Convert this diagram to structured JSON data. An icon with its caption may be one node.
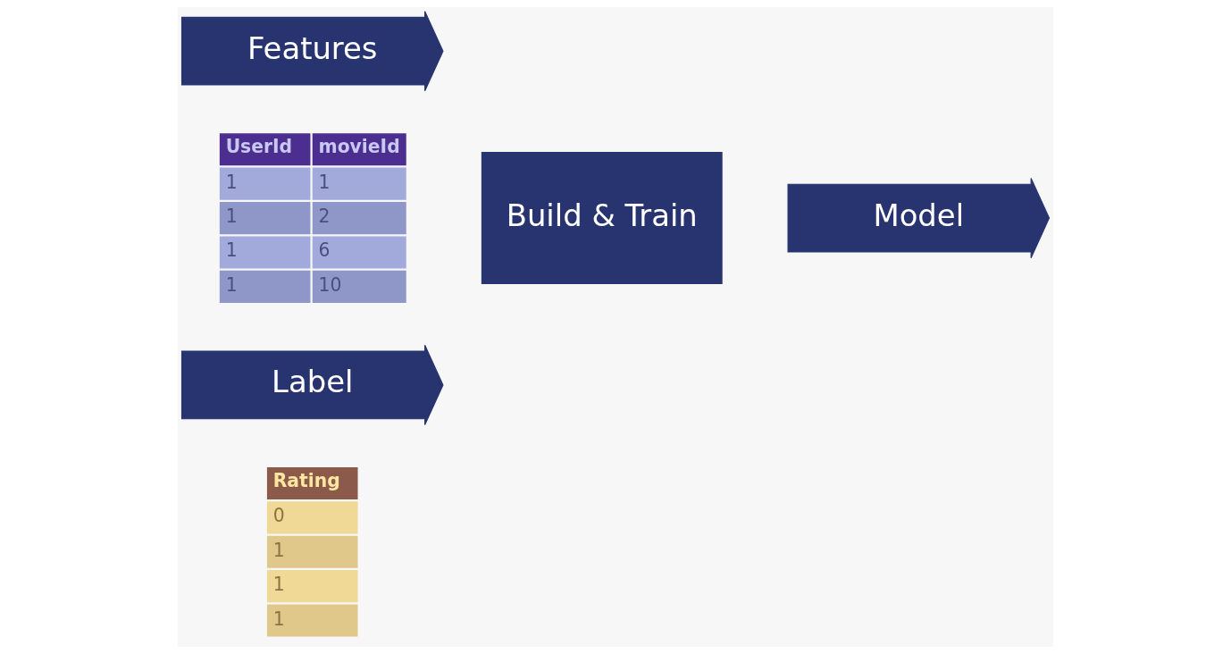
{
  "diagram": {
    "nodes": [
      {
        "text": [
          "Features"
        ]
      },
      {
        "text": [
          "Build & Train"
        ]
      },
      {
        "text": [
          "Model"
        ]
      },
      {
        "text": [
          "Label"
        ]
      }
    ],
    "labels": [
      "UserId",
      "movieId",
      "1",
      "1",
      "1",
      "2",
      "1",
      "6",
      "1",
      "10",
      "Rating",
      "0",
      "1",
      "1",
      "1"
    ]
  }
}
